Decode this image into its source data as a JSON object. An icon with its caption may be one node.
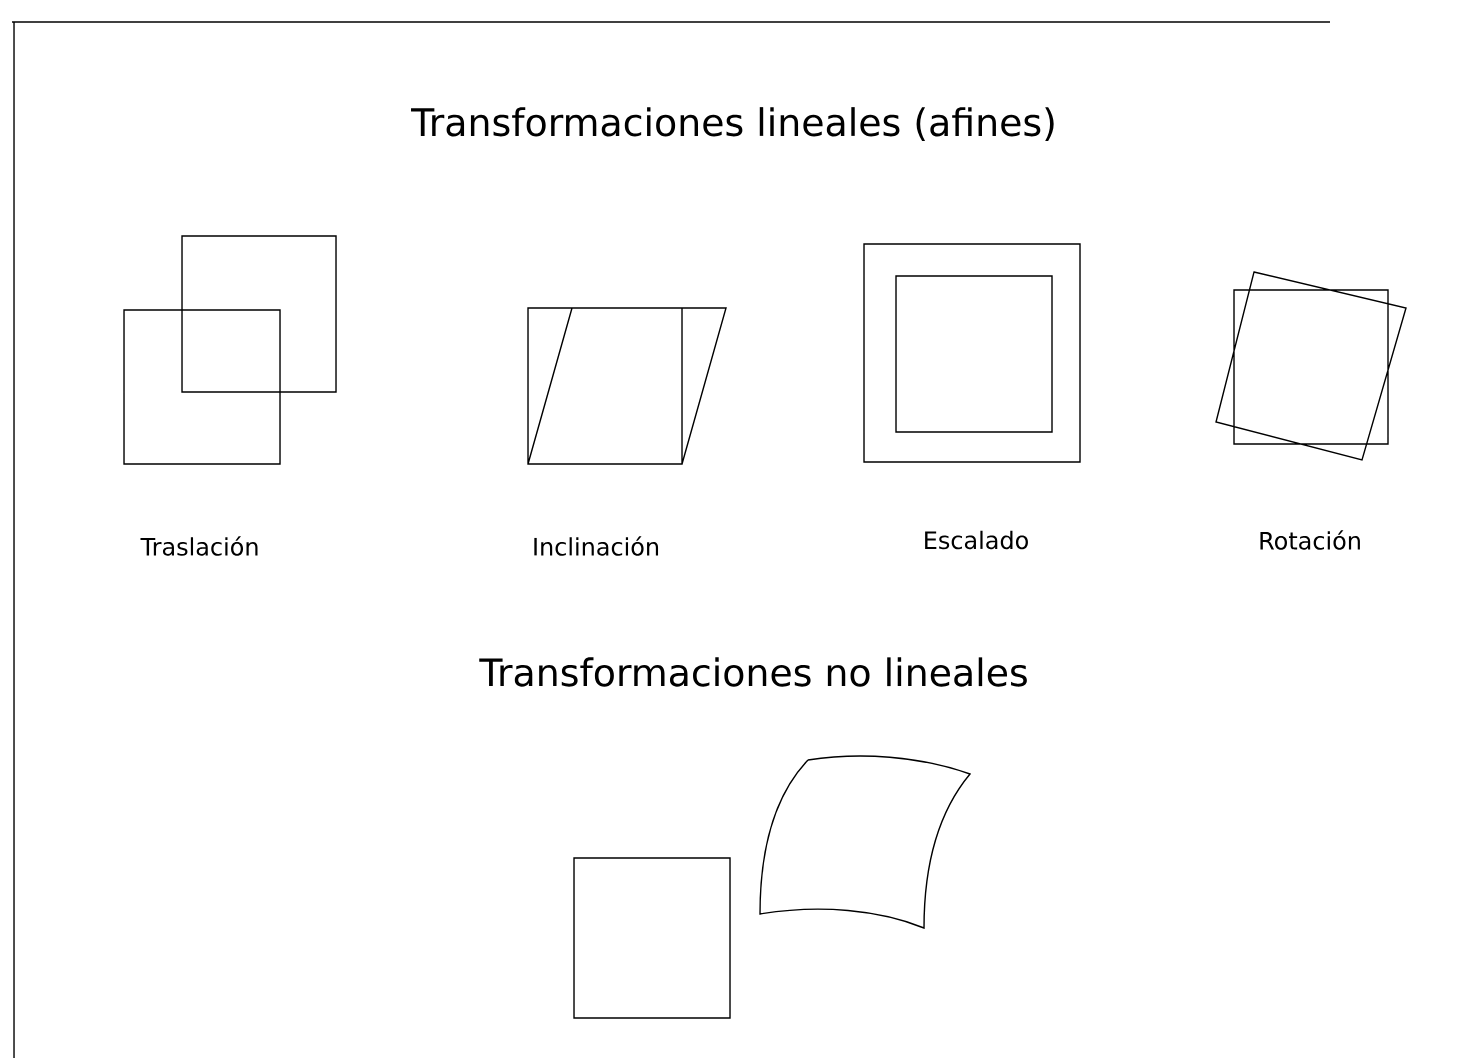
{
  "diagram": {
    "title": "Transformaciones lineales (afines)",
    "labels": [
      "Traslación",
      "Inclinación",
      "Escalado",
      "Rotación",
      "Transformaciones no lineales"
    ]
  }
}
